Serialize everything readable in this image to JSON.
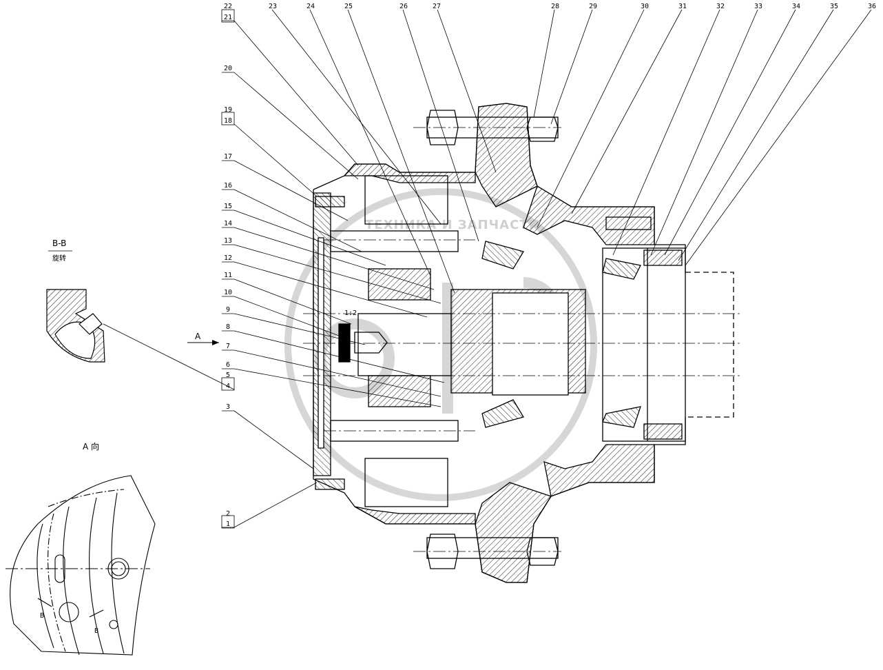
{
  "callouts": [
    {
      "id": "22",
      "text": "22",
      "underline": false
    },
    {
      "id": "21",
      "text": "21",
      "underline": false
    },
    {
      "id": "23",
      "text": "23",
      "underline": false
    },
    {
      "id": "24",
      "text": "24",
      "underline": false
    },
    {
      "id": "25",
      "text": "25",
      "underline": false
    },
    {
      "id": "26",
      "text": "26",
      "underline": false
    },
    {
      "id": "27",
      "text": "27",
      "underline": false
    },
    {
      "id": "28",
      "text": "28",
      "underline": false
    },
    {
      "id": "29",
      "text": "29",
      "underline": false
    },
    {
      "id": "30",
      "text": "30",
      "underline": false
    },
    {
      "id": "31",
      "text": "31",
      "underline": false
    },
    {
      "id": "32",
      "text": "32",
      "underline": false
    },
    {
      "id": "33",
      "text": "33",
      "underline": false
    },
    {
      "id": "34",
      "text": "34",
      "underline": false
    },
    {
      "id": "35",
      "text": "35",
      "underline": false
    },
    {
      "id": "36",
      "text": "36",
      "underline": false
    },
    {
      "id": "20",
      "text": "20",
      "underline": true
    },
    {
      "id": "19",
      "text": "19",
      "underline": false
    },
    {
      "id": "18",
      "text": "18",
      "underline": false
    },
    {
      "id": "17",
      "text": "17",
      "underline": true
    },
    {
      "id": "16",
      "text": "16",
      "underline": true
    },
    {
      "id": "15",
      "text": "15",
      "underline": true
    },
    {
      "id": "14",
      "text": "14",
      "underline": true
    },
    {
      "id": "13",
      "text": "13",
      "underline": true
    },
    {
      "id": "12",
      "text": "12",
      "underline": true
    },
    {
      "id": "11",
      "text": "11",
      "underline": true
    },
    {
      "id": "10",
      "text": "10",
      "underline": true
    },
    {
      "id": "9",
      "text": "9",
      "underline": true
    },
    {
      "id": "8",
      "text": "8",
      "underline": true
    },
    {
      "id": "7",
      "text": "7",
      "underline": true
    },
    {
      "id": "6",
      "text": "6",
      "underline": true
    },
    {
      "id": "5",
      "text": "5",
      "underline": false
    },
    {
      "id": "4",
      "text": "4",
      "underline": false
    },
    {
      "id": "3",
      "text": "3",
      "underline": true
    },
    {
      "id": "2",
      "text": "2",
      "underline": false
    },
    {
      "id": "1",
      "text": "1",
      "underline": false
    }
  ],
  "section_title": "B-B",
  "section_note": "旋转",
  "view_a_label": "A 向",
  "view_a_arrow": "A",
  "section_mark_left": "B",
  "section_mark_right": "B",
  "small_label": "1:2",
  "watermark_text": "ТЕХНИКА И ЗАПЧАСТИ"
}
